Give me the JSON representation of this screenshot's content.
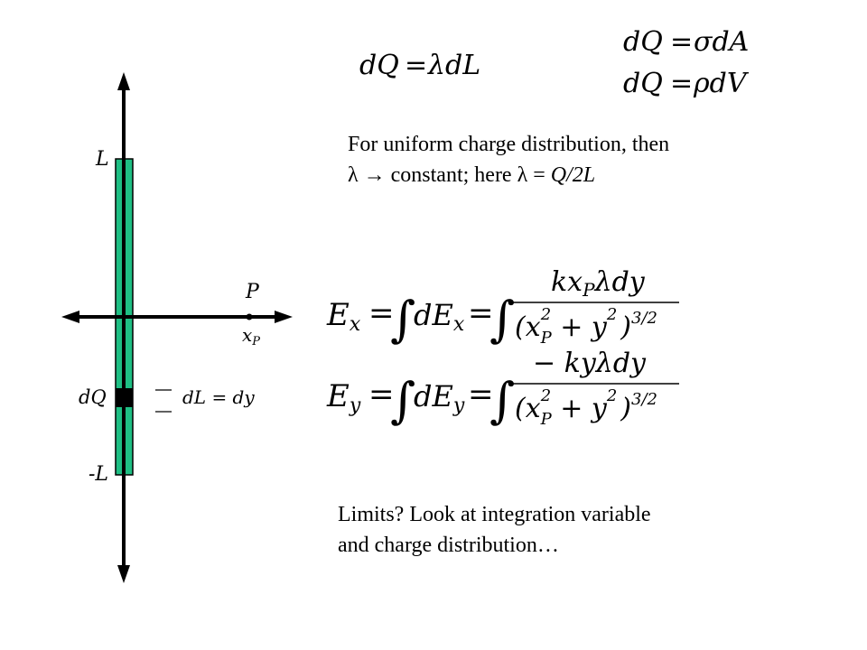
{
  "diagram": {
    "label_L": "L",
    "label_negL": "-L",
    "label_P": "P",
    "label_xP_x": "x",
    "label_xP_sub": "P",
    "label_dQ": "dQ",
    "label_dL": "dL = dy",
    "rod_color": "#1fbf84",
    "axis_color": "#000000"
  },
  "equations": {
    "linear": {
      "lhs": "dQ",
      "eq": "=",
      "rhs": "λdL"
    },
    "surface": {
      "lhs": "dQ",
      "eq": "=",
      "rhs": "σdA"
    },
    "volume": {
      "lhs": "dQ",
      "eq": "=",
      "rhs": "ρdV"
    },
    "ex": {
      "lhs_E": "E",
      "lhs_sub": "x",
      "mid": "dE",
      "mid_sub": "x",
      "num": "kx",
      "num_sub": "P",
      "num_rest": "λdy",
      "den_open": "(x",
      "den_sub": "P",
      "den_sup": "2",
      "den_plus": "+ y",
      "den_sup2": "2",
      "den_close": ")",
      "den_exp": "3/2"
    },
    "ey": {
      "lhs_E": "E",
      "lhs_sub": "y",
      "mid": "dE",
      "mid_sub": "y",
      "num": "− kyλdy",
      "den_open": "(x",
      "den_sub": "P",
      "den_sup": "2",
      "den_plus": "+ y",
      "den_sup2": "2",
      "den_close": ")",
      "den_exp": "3/2"
    }
  },
  "text": {
    "uniform_line1": "For uniform charge distribution, then",
    "uniform_line2_a": "λ",
    "uniform_line2_arrow": "→",
    "uniform_line2_b": "constant; here",
    "uniform_line2_c": "λ",
    "uniform_line2_d": "=",
    "uniform_line2_e": "Q/2L",
    "limits_line1": "Limits?  Look at integration variable",
    "limits_line2": "and charge distribution…"
  }
}
